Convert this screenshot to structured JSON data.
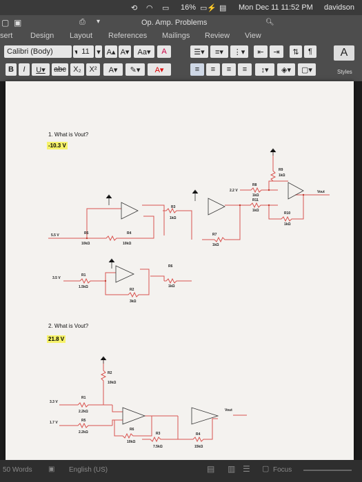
{
  "menubar": {
    "battery": "16%",
    "datetime": "Mon Dec 11 11:52 PM",
    "user": "davidson"
  },
  "window": {
    "title": "Op. Amp. Problems"
  },
  "tabs": [
    "sert",
    "Design",
    "Layout",
    "References",
    "Mailings",
    "Review",
    "View"
  ],
  "font": {
    "name": "Calibri (Body)",
    "size": "11"
  },
  "styles_label": "Styles",
  "doc": {
    "q1": "1. What is Vout?",
    "a1": "-10.3 V",
    "q2": "2. What is Vout?",
    "a2": "21.8 V",
    "c1": {
      "v1": "5.5 V",
      "v2": "3.5 V",
      "v3": "2.2 V",
      "vout": "Vout",
      "r1": "R1",
      "r1v": "1.5kΩ",
      "r2": "R2",
      "r2v": "3kΩ",
      "r3": "R3",
      "r3v": "1kΩ",
      "r4": "R4",
      "r4v": "10kΩ",
      "r5": "R5",
      "r5v": "10kΩ",
      "r6": "R6",
      "r6v": "1kΩ",
      "r7": "R7",
      "r7v": "1kΩ",
      "r8": "R8",
      "r8v": "1kΩ",
      "r9": "R9",
      "r9v": "1kΩ",
      "r10": "R10",
      "r10v": "1kΩ",
      "r11": "R11",
      "r11v": "1kΩ"
    },
    "c2": {
      "v1": "3.3 V",
      "v2": "1.7 V",
      "vout": "Vout",
      "r1": "R1",
      "r1v": "2.2kΩ",
      "r2": "R2",
      "r2v": "10kΩ",
      "r3": "R3",
      "r3v": "7.5kΩ",
      "r4": "R4",
      "r4v": "15kΩ",
      "r5": "R5",
      "r5v": "2.2kΩ",
      "r6": "R6",
      "r6v": "10kΩ"
    }
  },
  "status": {
    "words": "50 Words",
    "language": "English (US)",
    "focus": "Focus"
  },
  "colors": {
    "wire": "#d9534f",
    "highlight": "#f6f26a"
  }
}
